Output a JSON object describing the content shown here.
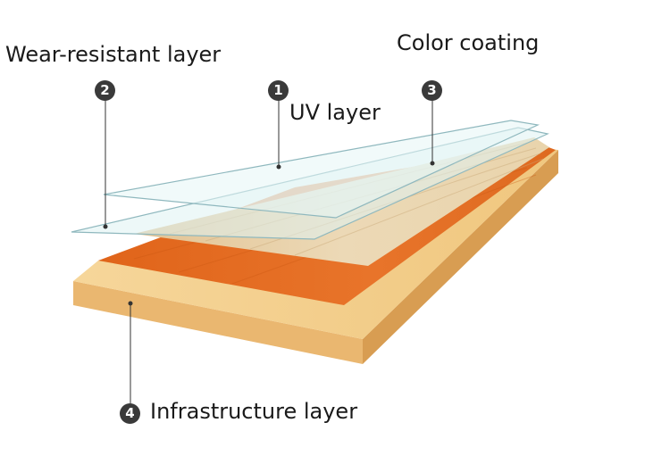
{
  "labels": {
    "wear_resistant": "Wear-resistant layer",
    "uv": "UV layer",
    "color_coating": "Color coating",
    "infrastructure": "Infrastructure layer"
  },
  "badges": {
    "uv": "1",
    "wear_resistant": "2",
    "color_coating": "3",
    "infrastructure": "4"
  },
  "colors": {
    "base_top": "#f3cf8e",
    "base_front": "#e8b56c",
    "base_right": "#d69a4e",
    "orange_layer": "#e26a1e",
    "wood_decor": "#e8d3ad",
    "glass": "#dff2f2",
    "glass_edge": "#8fb8be",
    "badge": "#3a3a3a",
    "text": "#1a1a1a"
  }
}
